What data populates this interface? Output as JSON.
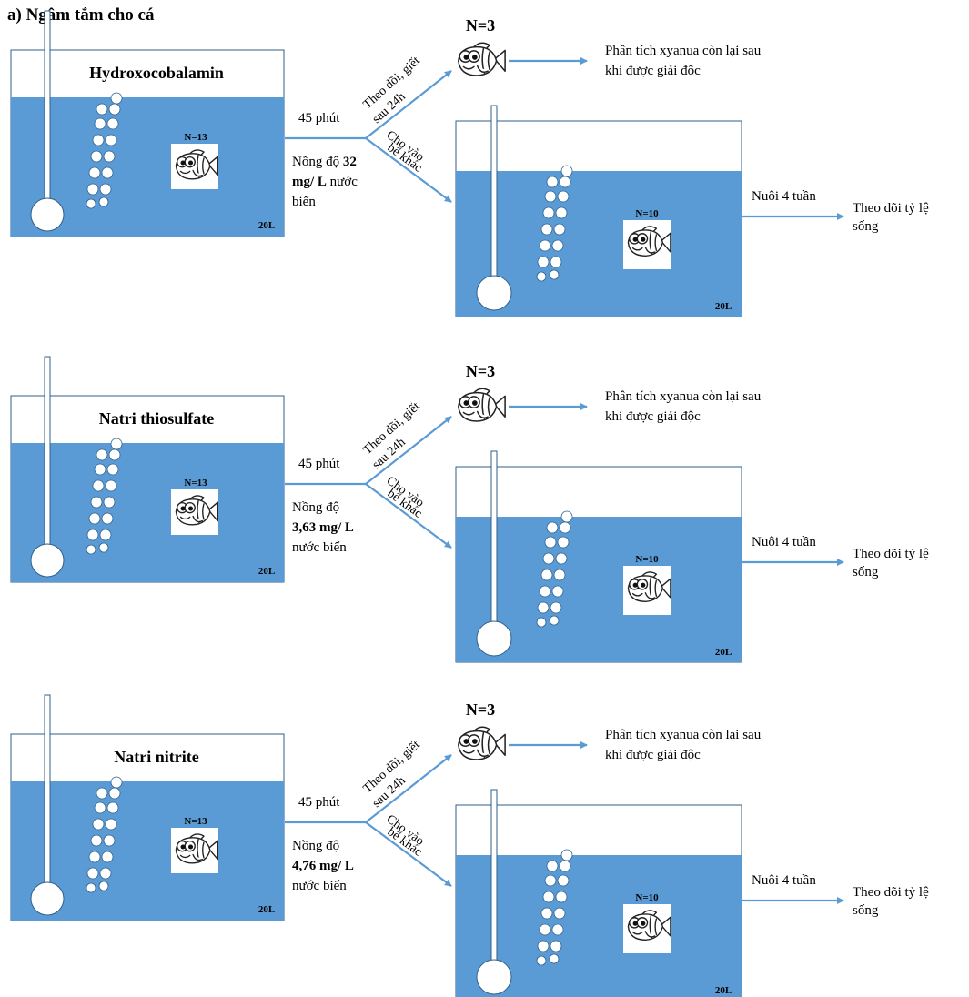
{
  "heading": "a) Ngâm tắm cho cá",
  "colors": {
    "water": "#5b9bd5",
    "arrow": "#5b9bd5",
    "outline": "#2e5f8a"
  },
  "icons": [
    "thermometer-icon",
    "air-bubble-icon",
    "fish-icon",
    "arrow-icon"
  ],
  "rows": [
    {
      "chemical": "Hydroxocobalamin",
      "soak_count": "N=13",
      "soak_volume": "20L",
      "duration": "45 phút",
      "concentration_lines": [
        [
          [
            "Nồng độ ",
            false
          ],
          [
            "32",
            true
          ]
        ],
        [
          [
            "mg/ L",
            true
          ],
          [
            " nước",
            false
          ]
        ],
        [
          [
            "biển",
            false
          ]
        ]
      ],
      "upper_branch_lines": [
        "Theo dõi, giết",
        "sau 24h"
      ],
      "lower_branch_lines": [
        "Cho vào",
        "bể khác"
      ],
      "sample_count": "N=3",
      "analysis_lines": [
        "Phân tích xyanua còn lại sau",
        "khi được giải độc"
      ],
      "holding_count": "N=10",
      "holding_volume": "20L",
      "rearing": "Nuôi 4 tuần",
      "outcome_lines": [
        "Theo dõi tỷ lệ",
        "sống"
      ]
    },
    {
      "chemical": "Natri thiosulfate",
      "soak_count": "N=13",
      "soak_volume": "20L",
      "duration": "45 phút",
      "concentration_lines": [
        [
          [
            "Nồng độ",
            false
          ]
        ],
        [
          [
            "3,63 mg/ L",
            true
          ]
        ],
        [
          [
            "nước biển",
            false
          ]
        ]
      ],
      "upper_branch_lines": [
        "Theo dõi, giết",
        "sau 24h"
      ],
      "lower_branch_lines": [
        "Cho vào",
        "bể khác"
      ],
      "sample_count": "N=3",
      "analysis_lines": [
        "Phân tích xyanua còn lại sau",
        "khi được giải độc"
      ],
      "holding_count": "N=10",
      "holding_volume": "20L",
      "rearing": "Nuôi 4 tuần",
      "outcome_lines": [
        "Theo dõi tỷ lệ",
        "sống"
      ]
    },
    {
      "chemical": "Natri nitrite",
      "soak_count": "N=13",
      "soak_volume": "20L",
      "duration": "45 phút",
      "concentration_lines": [
        [
          [
            "Nồng độ",
            false
          ]
        ],
        [
          [
            "4,76 mg/ L",
            true
          ]
        ],
        [
          [
            "nước biển",
            false
          ]
        ]
      ],
      "upper_branch_lines": [
        "Theo dõi, giết",
        "sau 24h"
      ],
      "lower_branch_lines": [
        "Cho vào",
        "bể khác"
      ],
      "sample_count": "N=3",
      "analysis_lines": [
        "Phân tích xyanua còn lại sau",
        "khi được giải độc"
      ],
      "holding_count": "N=10",
      "holding_volume": "20L",
      "rearing": "Nuôi 4 tuần",
      "outcome_lines": [
        "Theo dõi tỷ lệ",
        "sống"
      ]
    }
  ]
}
